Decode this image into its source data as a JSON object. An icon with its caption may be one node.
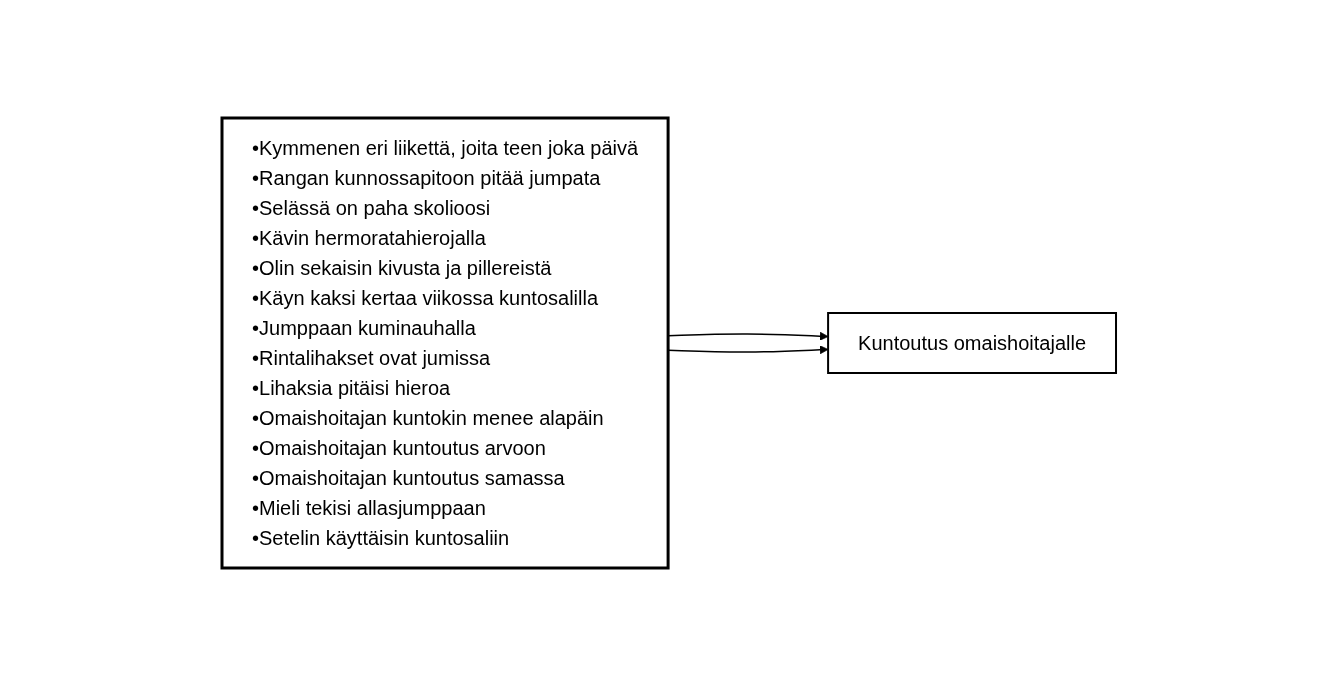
{
  "diagram": {
    "nodes": [
      {
        "text": [
          "•Kymmenen eri liikettä, joita teen joka päivä",
          "•Rangan kunnossapitoon pitää jumpata",
          "•Selässä on paha skolioosi",
          "•Kävin hermoratahierojalla",
          "•Olin sekaisin kivusta ja pillereistä",
          "•Käyn kaksi kertaa viikossa kuntosalilla",
          "•Jumppaan kuminauhalla",
          "•Rintalihakset ovat jumissa",
          "•Lihaksia pitäisi hieroa",
          "•Omaishoitajan kuntokin menee alapäin",
          "•Omaishoitajan kuntoutus arvoon",
          "•Omaishoitajan kuntoutus samassa",
          "•Mieli tekisi allasjumppaan",
          "•Setelin käyttäisin kuntosaliin"
        ]
      },
      {
        "text": [
          "Kuntoutus omaishoitajalle"
        ]
      }
    ],
    "edges": [
      {
        "from": 0,
        "to": 1,
        "arrow": "to"
      },
      {
        "from": 0,
        "to": 1,
        "arrow": "to"
      }
    ]
  }
}
